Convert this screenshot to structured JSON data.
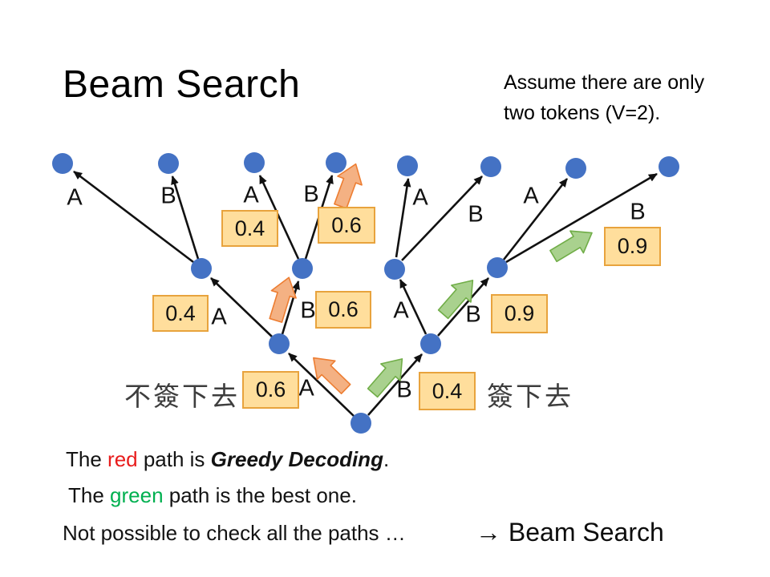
{
  "slide": {
    "title": "Beam Search",
    "note_line1": "Assume there are only",
    "note_line2": "two tokens (V=2)."
  },
  "tree": {
    "left_caption": "不簽下去",
    "right_caption": "簽下去",
    "edge_labels": [
      {
        "text": "A"
      },
      {
        "text": "B"
      },
      {
        "text": "A"
      },
      {
        "text": "B"
      },
      {
        "text": "A"
      },
      {
        "text": "B"
      },
      {
        "text": "A"
      },
      {
        "text": "B"
      },
      {
        "text": "A"
      },
      {
        "text": "B"
      },
      {
        "text": "A"
      },
      {
        "text": "B"
      },
      {
        "text": "A"
      },
      {
        "text": "B"
      }
    ],
    "prob_boxes": [
      {
        "value": "0.4"
      },
      {
        "value": "0.6"
      },
      {
        "value": "0.4"
      },
      {
        "value": "0.6"
      },
      {
        "value": "0.9"
      },
      {
        "value": "0.9"
      },
      {
        "value": "0.6"
      },
      {
        "value": "0.4"
      }
    ]
  },
  "footer": {
    "line1": {
      "pre": "The ",
      "highlight": "red",
      "mid": " path is ",
      "emph": "Greedy Decoding",
      "end": "."
    },
    "line2": {
      "pre": "The ",
      "highlight": "green",
      "mid": " path is the best one."
    },
    "line3": "Not possible to check all the paths …",
    "conclusion": "→ Beam Search"
  },
  "colors": {
    "node_fill": "#4472c4",
    "box_fill": "#ffde9c",
    "box_border": "#e8a33d",
    "red_arrow_fill": "#f4b183",
    "red_arrow_stroke": "#ed7d31",
    "green_arrow_fill": "#a9d18e",
    "green_arrow_stroke": "#70ad47",
    "red_text": "#e81c1c",
    "green_text": "#00b050"
  }
}
